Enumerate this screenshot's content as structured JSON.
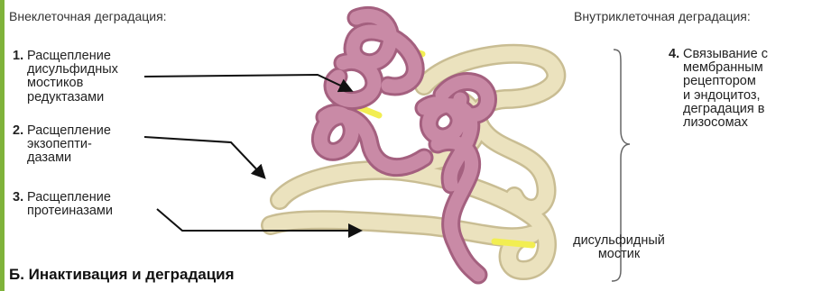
{
  "headers": {
    "extracellular": "Внеклеточная деградация:",
    "intracellular": "Внутриклеточная деградация:"
  },
  "steps": [
    {
      "num": "1.",
      "lines": [
        "Расщепление",
        "дисульфидных",
        "мостиков",
        "редуктазами"
      ]
    },
    {
      "num": "2.",
      "lines": [
        "Расщепление",
        "экзопепти-",
        "дазами"
      ]
    },
    {
      "num": "3.",
      "lines": [
        "Расщепление",
        "протеиназами"
      ]
    },
    {
      "num": "4.",
      "lines": [
        "Связывание с",
        "мембранным",
        "рецептором",
        "и эндоцитоз,",
        "деградация в",
        "лизосомах"
      ]
    }
  ],
  "bridge_label": [
    "дисульфидный",
    "мостик"
  ],
  "section_title": "Б. Инактивация и деградация",
  "colors": {
    "pink_chain": "#c98aa6",
    "pink_edge": "#a4607f",
    "cream_chain": "#ebe2be",
    "cream_edge": "#c9bd93",
    "bridge": "#f2ee52",
    "accent_bar": "#7fb33a"
  }
}
